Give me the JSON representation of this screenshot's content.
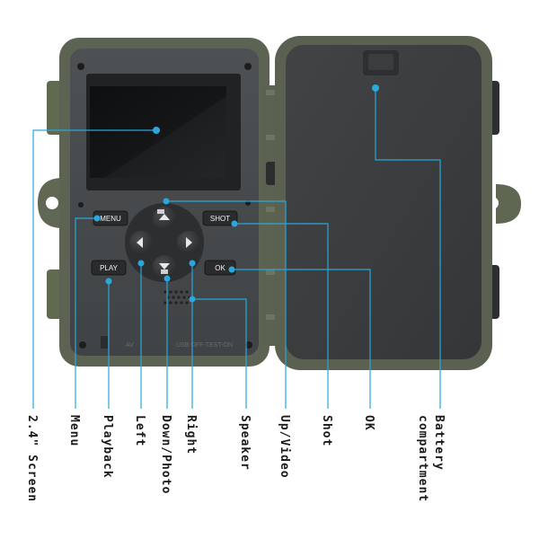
{
  "buttons": {
    "menu": "MENU",
    "shot": "SHOT",
    "play": "PLAY",
    "ok": "OK"
  },
  "ports": {
    "av": "AV",
    "usb_switch": "USB OFF-TEST-ON"
  },
  "labels": {
    "screen": "2.4\" Screen",
    "menu": "Menu",
    "playback": "Playback",
    "left": "Left",
    "down_photo": "Down/Photo",
    "right": "Right",
    "speaker": "Speaker",
    "up_video": "Up/Video",
    "shot": "Shot",
    "ok": "OK",
    "battery_line1": "Battery",
    "battery_line2": "compartment"
  },
  "colors": {
    "leader": "#2aa7dc",
    "body": "#5c6254",
    "panel": "#45494b",
    "cover": "#3b3d3f"
  }
}
